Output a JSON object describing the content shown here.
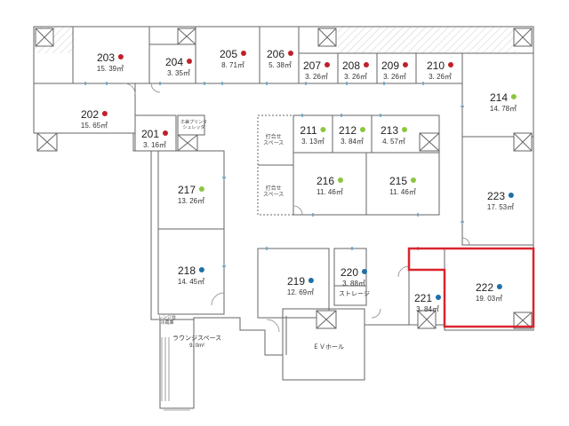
{
  "colors": {
    "occupied": "#c0202a",
    "available": "#8cc63f",
    "reserved": "#1e6fa8",
    "highlight": "#d9252e"
  },
  "rooms": [
    {
      "id": "r203",
      "number": "203",
      "area": "15. 39㎡",
      "status": "occupied"
    },
    {
      "id": "r204",
      "number": "204",
      "area": "3. 35㎡",
      "status": "occupied"
    },
    {
      "id": "r205",
      "number": "205",
      "area": "8. 71㎡",
      "status": "occupied"
    },
    {
      "id": "r206",
      "number": "206",
      "area": "5. 38㎡",
      "status": "occupied"
    },
    {
      "id": "r207",
      "number": "207",
      "area": "3. 26㎡",
      "status": "occupied"
    },
    {
      "id": "r208",
      "number": "208",
      "area": "3. 26㎡",
      "status": "occupied"
    },
    {
      "id": "r209",
      "number": "209",
      "area": "3. 26㎡",
      "status": "occupied"
    },
    {
      "id": "r210",
      "number": "210",
      "area": "3. 26㎡",
      "status": "occupied"
    },
    {
      "id": "r202",
      "number": "202",
      "area": "15. 65㎡",
      "status": "occupied"
    },
    {
      "id": "r201",
      "number": "201",
      "area": "3. 16㎡",
      "status": "occupied"
    },
    {
      "id": "r214",
      "number": "214",
      "area": "14. 78㎡",
      "status": "available"
    },
    {
      "id": "r211",
      "number": "211",
      "area": "3. 13㎡",
      "status": "available"
    },
    {
      "id": "r212",
      "number": "212",
      "area": "3. 84㎡",
      "status": "available"
    },
    {
      "id": "r213",
      "number": "213",
      "area": "4. 57㎡",
      "status": "available"
    },
    {
      "id": "r216",
      "number": "216",
      "area": "11. 46㎡",
      "status": "available"
    },
    {
      "id": "r215",
      "number": "215",
      "area": "11. 46㎡",
      "status": "available"
    },
    {
      "id": "r217",
      "number": "217",
      "area": "13. 26㎡",
      "status": "available"
    },
    {
      "id": "r223",
      "number": "223",
      "area": "17. 53㎡",
      "status": "reserved"
    },
    {
      "id": "r218",
      "number": "218",
      "area": "14. 45㎡",
      "status": "reserved"
    },
    {
      "id": "r219",
      "number": "219",
      "area": "12. 69㎡",
      "status": "reserved"
    },
    {
      "id": "r220",
      "number": "220",
      "area": "3. 88㎡",
      "status": "reserved"
    },
    {
      "id": "r222",
      "number": "222",
      "area": "19. 03㎡",
      "status": "reserved"
    },
    {
      "id": "r221",
      "number": "221",
      "area": "3. 84㎡",
      "status": "reserved"
    }
  ],
  "labels": {
    "meeting_space_line1": "打合せ",
    "meeting_space_line2": "スペース",
    "meeting_space2_line1": "打合せ",
    "meeting_space2_line2": "スペース",
    "storage": "ストレージ",
    "ev_hall": "ＥＶホール",
    "lounge_name": "ラウンジスペース",
    "lounge_area": "9. 0m²",
    "copier_line1": "ホ兼プリンタ",
    "copier_line2": "シュレッダ",
    "range_line1": "レンジ台",
    "range_line2": "冷蔵庫"
  }
}
